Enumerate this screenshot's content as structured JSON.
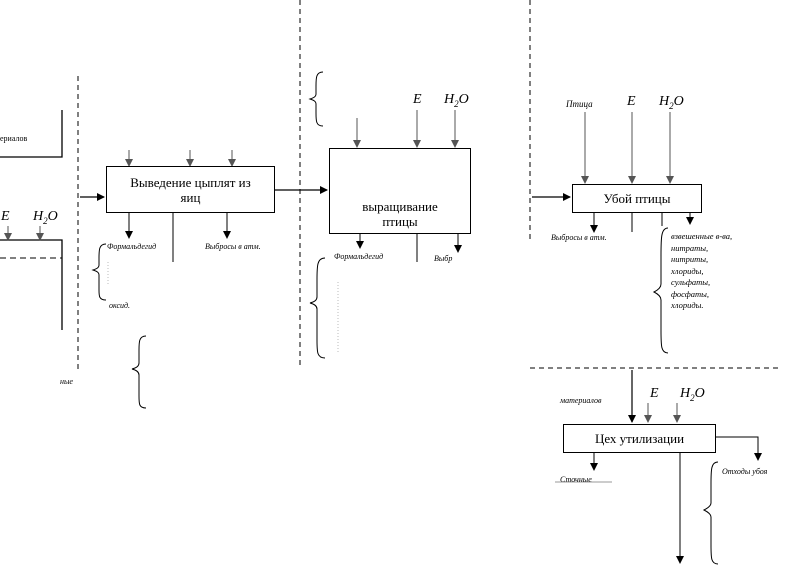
{
  "diagram": {
    "boxes": {
      "hatching": "Выведение цыплят из яиц",
      "rearing": "выращивание птицы",
      "slaughter": "Убой птицы",
      "utilization": "Цех утилизации"
    },
    "inputs": {
      "energy": "E",
      "water_main": "H",
      "water_sub": "2",
      "water_tail": "O",
      "bird": "Птица"
    },
    "fragments": {
      "left_top": "ериалов",
      "formaldehyde_1": "Формальдегид",
      "emissions_1": "Выбросы в атм.",
      "oxide": "оксид.",
      "formaldehyde_2": "Формальдегид",
      "emissions_2": "Выбр",
      "emissions_3": "Выбросы в атм.",
      "left_bottom": "ные",
      "util_in": "материалов",
      "util_out_left": "Сточные",
      "waste": "Отходы убоя"
    },
    "pollutants": [
      "взвешенные в-ва,",
      "нитраты,",
      "нитриты,",
      "хлориды,",
      "сульфаты,",
      "фосфаты,",
      "хлориды."
    ]
  }
}
